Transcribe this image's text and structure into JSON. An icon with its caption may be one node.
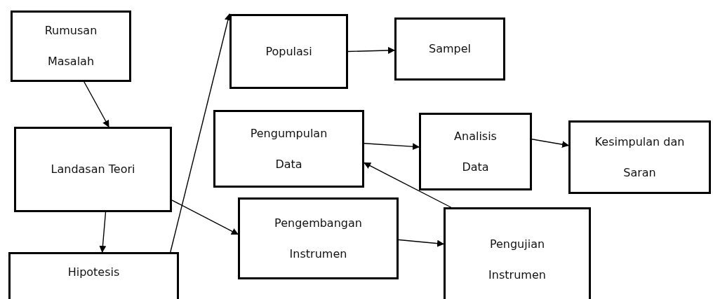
{
  "diagram": {
    "nodes": [
      {
        "text": [
          "Rumusan Masalah"
        ]
      },
      {
        "text": [
          "Landasan Teori"
        ]
      },
      {
        "text": [
          "Hipotesis"
        ]
      },
      {
        "text": [
          "Populasi"
        ]
      },
      {
        "text": [
          "Sampel"
        ]
      },
      {
        "text": [
          "Pengumpulan Data"
        ]
      },
      {
        "text": [
          "Analisis Data"
        ]
      },
      {
        "text": [
          "Kesimpulan dan Saran"
        ]
      },
      {
        "text": [
          "Pengembangan Instrumen"
        ]
      },
      {
        "text": [
          "Pengujian Instrumen"
        ]
      }
    ],
    "edges": [
      {
        "from": 0,
        "to": 1,
        "arrow": "to"
      },
      {
        "from": 1,
        "to": 2,
        "arrow": "to"
      },
      {
        "from": 2,
        "to": 3,
        "arrow": "to"
      },
      {
        "from": 3,
        "to": 4,
        "arrow": "to"
      },
      {
        "from": 1,
        "to": 8,
        "arrow": "to"
      },
      {
        "from": 8,
        "to": 9,
        "arrow": "to"
      },
      {
        "from": 9,
        "to": 5,
        "arrow": "to"
      },
      {
        "from": 5,
        "to": 6,
        "arrow": "to"
      },
      {
        "from": 6,
        "to": 7,
        "arrow": "to"
      }
    ]
  }
}
